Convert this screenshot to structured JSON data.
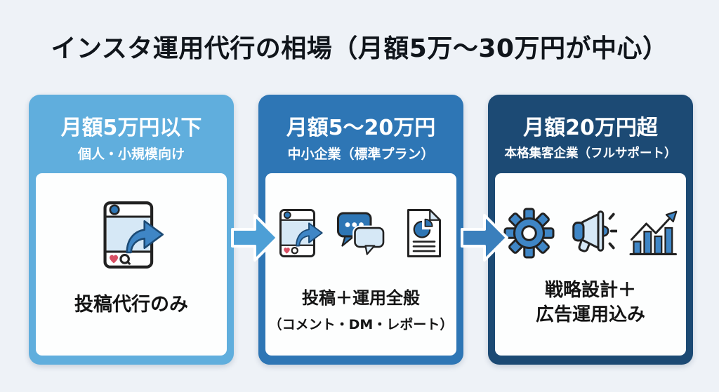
{
  "title": "インスタ運用代行の相場（月額5万〜30万円が中心）",
  "cards": [
    {
      "price": "月額5万円以下",
      "audience": "個人・小規模向け",
      "icons": [
        "instagram-post-share-icon"
      ],
      "description_lines": [
        "投稿代行のみ"
      ]
    },
    {
      "price": "月額5〜20万円",
      "audience": "中小企業（標準プラン）",
      "icons": [
        "instagram-post-share-icon",
        "chat-comments-icon",
        "report-document-icon"
      ],
      "description_lines": [
        "投稿＋運用全般",
        "（コメント・DM・レポート）"
      ]
    },
    {
      "price": "月額20万円超",
      "audience": "本格集客企業（フルサポート）",
      "icons": [
        "gear-icon",
        "megaphone-icon",
        "growth-chart-icon"
      ],
      "description_lines": [
        "戦略設計＋",
        "広告運用込み"
      ]
    }
  ],
  "colors": {
    "background": "#eef2f7",
    "tier1_header": "#60aedd",
    "tier2_header": "#2e76b5",
    "tier3_header": "#1c4a74",
    "panel": "#fdfefe",
    "arrow1": "#4d9fd6",
    "arrow2": "#3a7fbc",
    "icon_blue": "#3f86c6",
    "icon_light_blue": "#d6e8f6",
    "heart_red": "#d94f63",
    "title_text": "#10151b"
  }
}
